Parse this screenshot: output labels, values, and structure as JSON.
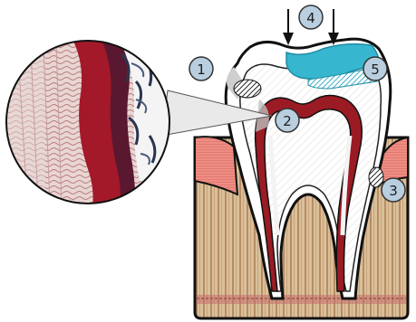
{
  "diagram": {
    "markers": [
      {
        "id": "m1",
        "label": "1"
      },
      {
        "id": "m2",
        "label": "2"
      },
      {
        "id": "m3",
        "label": "3"
      },
      {
        "id": "m4",
        "label": "4"
      },
      {
        "id": "m5",
        "label": "5"
      }
    ],
    "colors": {
      "enamel": "#ffffff",
      "dentin_hatch": "#e8e8e8",
      "pulp": "#9b1b24",
      "gum": "#e9837a",
      "bone": "#d7bd96",
      "bone_stripe": "#c9a77a",
      "filling": "#37b6cf",
      "marker_fill": "#b9cfe0",
      "micro_red": "#a3192a",
      "micro_pink": "#d9a3a8"
    }
  }
}
